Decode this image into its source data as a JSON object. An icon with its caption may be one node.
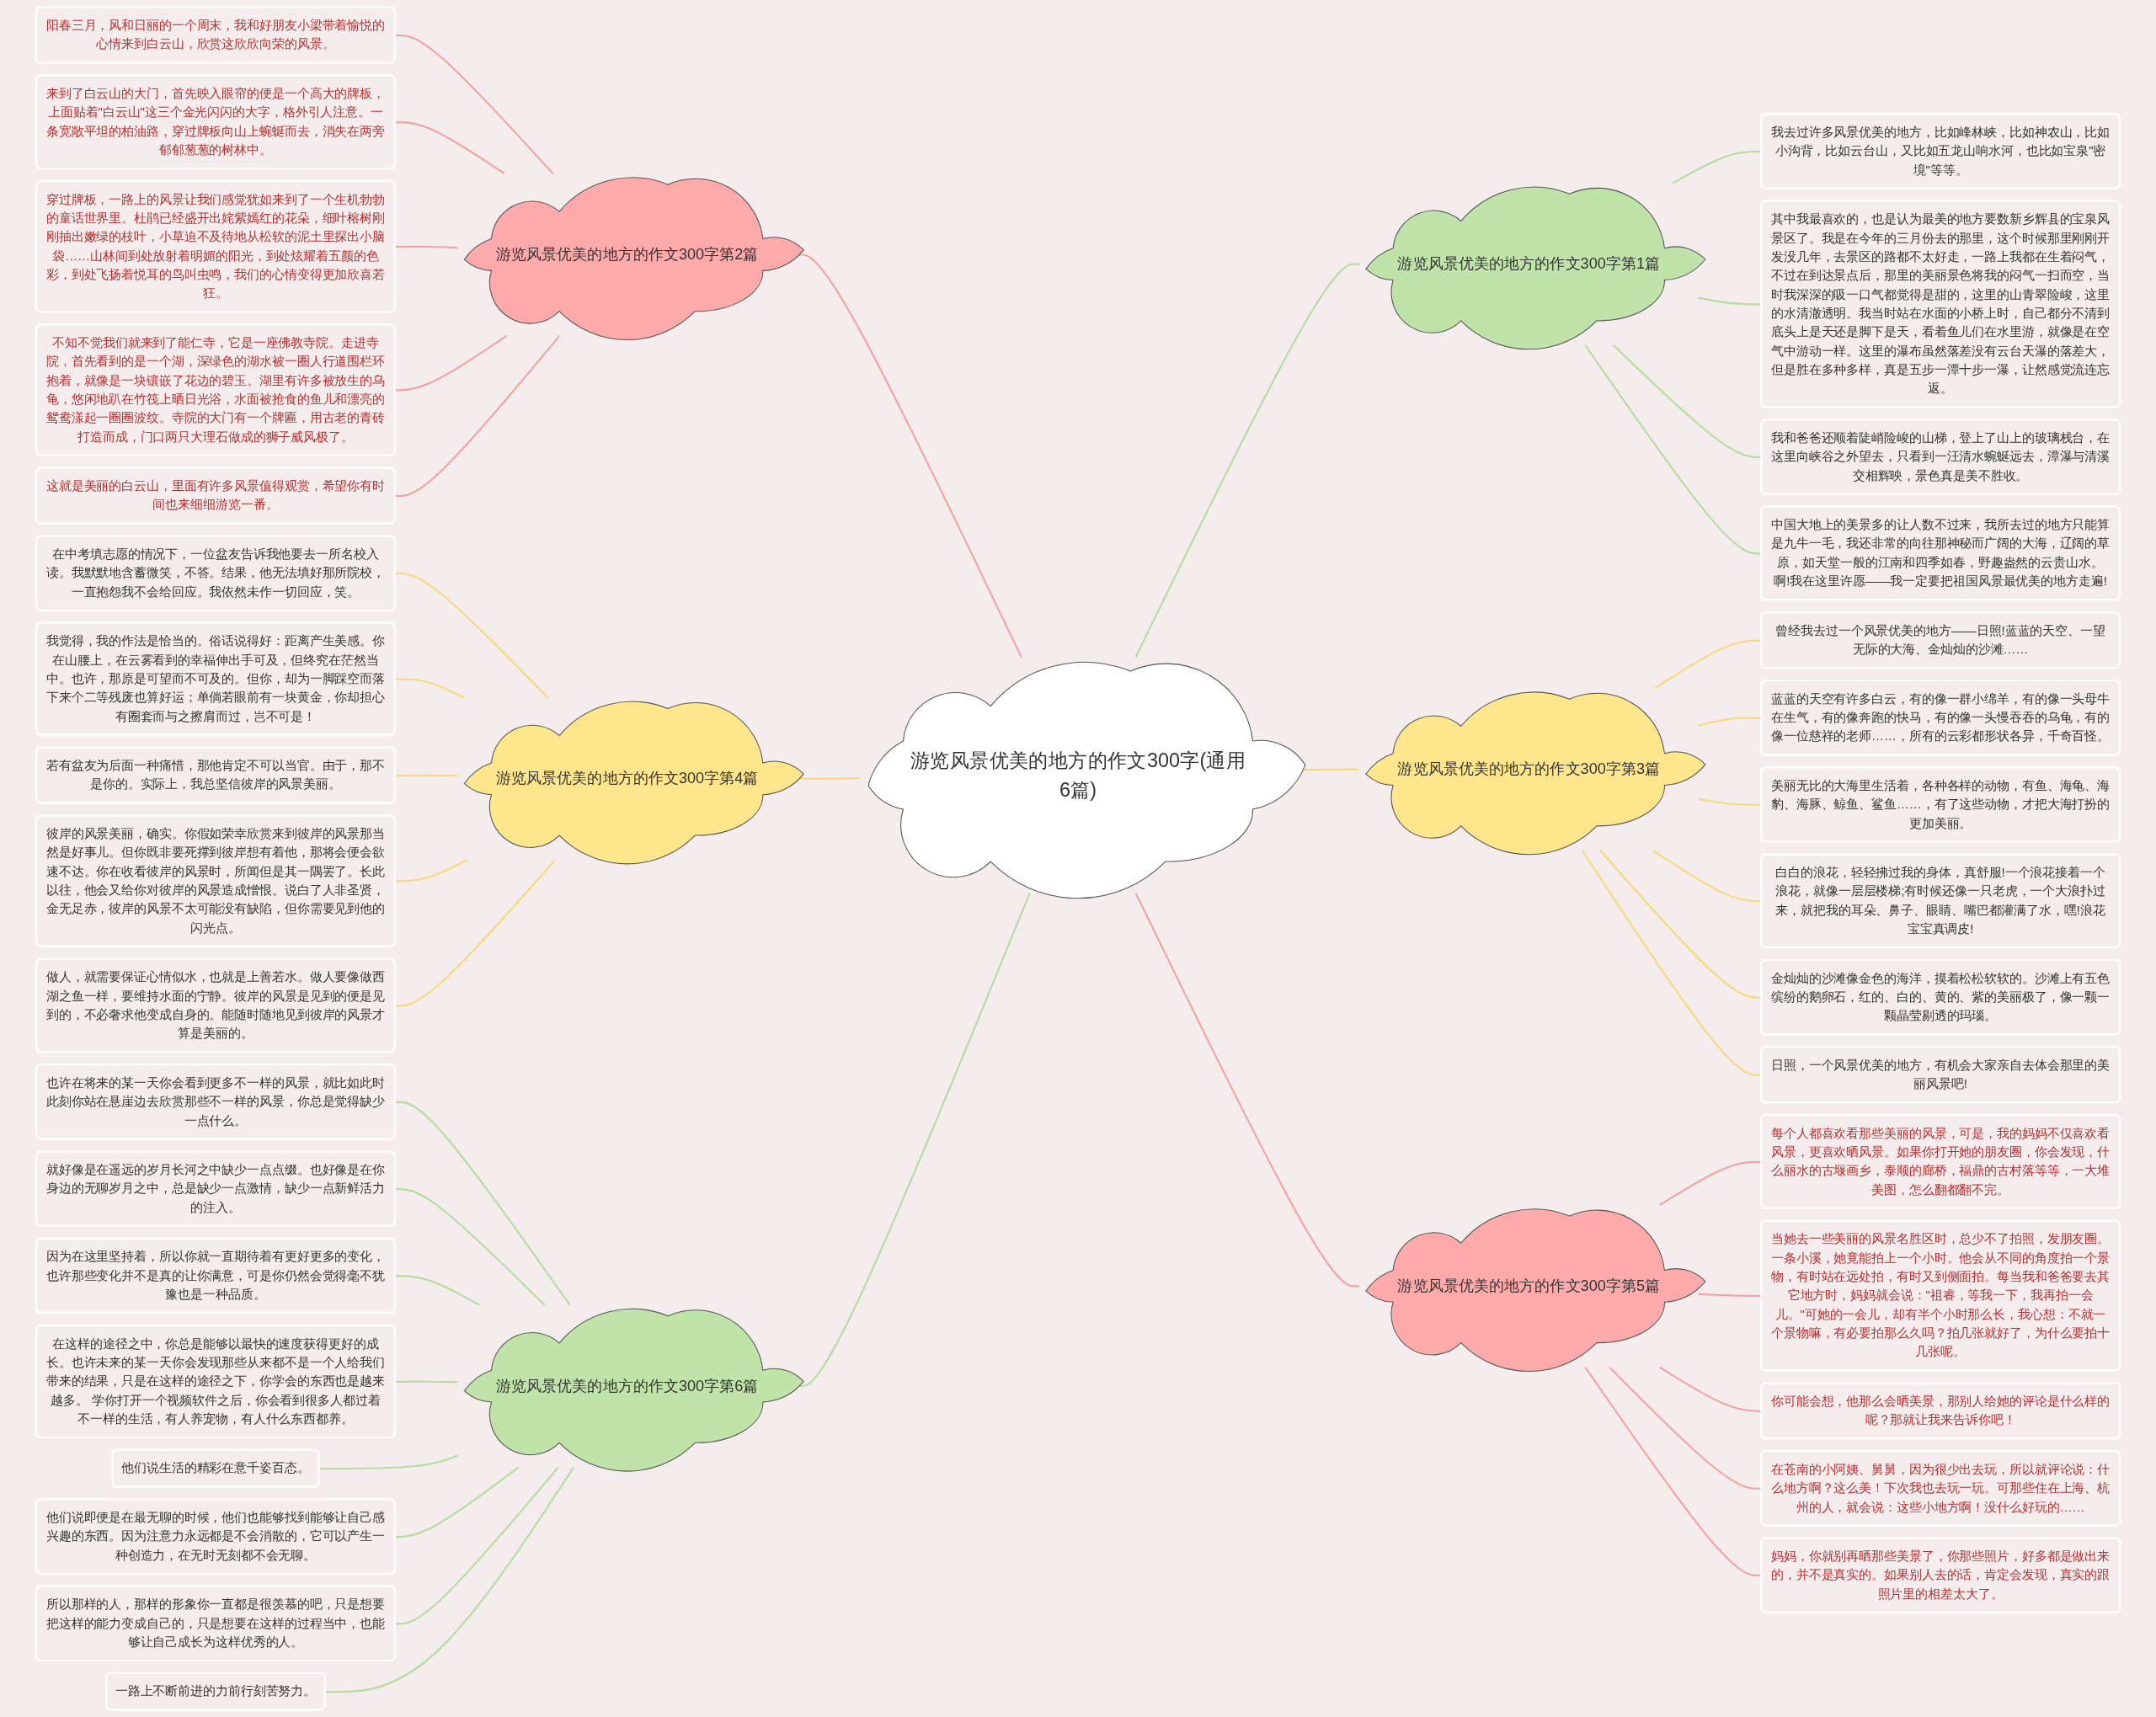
{
  "diagram": {
    "nodes": [
      {
        "text": [
          "游览风景优美的地方的作文300字(通用6篇)"
        ]
      },
      {
        "text": [
          "游览风景优美的地方的作文300字第1篇"
        ]
      },
      {
        "text": [
          "我去过许多风景优美的地方，比如峰林峡，比如神农山，比如小沟背，比如云台山，又比如五龙山响水河，也比如宝泉\"密境\"等等。"
        ]
      },
      {
        "text": [
          "其中我最喜欢的，也是认为最美的地方要数新乡辉县的宝泉风景区了。我是在今年的三月份去的那里，这个时候那里刚刚开发没几年，去景区的路都不太好走，一路上我都在生着闷气，不过在到达景点后，那里的美丽景色将我的闷气一扫而空，当时我深深的吸一口气都觉得是甜的，这里的山青翠险峻，这里的水清澈透明。我当时站在水面的小桥上时，自己都分不清到底头上是天还是脚下是天，看着鱼儿们在水里游，就像是在空气中游动一样。这里的瀑布虽然落差没有云台天瀑的落差大，但是胜在多种多样，真是五步一潭十步一瀑，让然感觉流连忘返。"
        ]
      },
      {
        "text": [
          "我和爸爸还顺着陡峭险峻的山梯，登上了山上的玻璃栈台，在这里向峡谷之外望去，只看到一汪清水蜿蜒远去，潭瀑与清溪交相辉映，景色真是美不胜收。"
        ]
      },
      {
        "text": [
          "中国大地上的美景多的让人数不过来，我所去过的地方只能算是九牛一毛，我还非常的向往那神秘而广阔的大海，辽阔的草原，如天堂一般的江南和四季如春，野趣盎然的云贵山水。啊!我在这里许愿——我一定要把祖国风景最优美的地方走遍!"
        ]
      },
      {
        "text": [
          "游览风景优美的地方的作文300字第2篇"
        ]
      },
      {
        "text": [
          "阳春三月，风和日丽的一个周末，我和好朋友小梁带着愉悦的心情来到白云山，欣赏这欣欣向荣的风景。"
        ]
      },
      {
        "text": [
          "来到了白云山的大门，首先映入眼帘的便是一个高大的牌板，上面贴着\"白云山\"这三个金光闪闪的大字，格外引人注意。一条宽敞平坦的柏油路，穿过牌板向山上蜿蜒而去，消失在两旁郁郁葱葱的树林中。"
        ]
      },
      {
        "text": [
          "穿过牌板，一路上的风景让我们感觉犹如来到了一个生机勃勃的童话世界里。杜鹃已经盛开出姹紫嫣红的花朵，细叶榕树刚刚抽出嫩绿的枝叶，小草迫不及待地从松软的泥土里探出小脑袋……山林间到处放射着明媚的阳光，到处炫耀着五颜的色彩，到处飞扬着悦耳的鸟叫虫鸣，我们的心情变得更加欣喜若狂。"
        ]
      },
      {
        "text": [
          "不知不觉我们就来到了能仁寺，它是一座佛教寺院。走进寺院，首先看到的是一个湖，深绿色的湖水被一圈人行道围栏环抱着，就像是一块镶嵌了花边的碧玉。湖里有许多被放生的乌龟，悠闲地趴在竹筏上晒日光浴，水面被抢食的鱼儿和漂亮的鸳鸯漾起一圈圈波纹。寺院的大门有一个牌匾，用古老的青砖打造而成，门口两只大理石做成的狮子威风极了。"
        ]
      },
      {
        "text": [
          "这就是美丽的白云山，里面有许多风景值得观赏，希望你有时间也来细细游览一番。"
        ]
      },
      {
        "text": [
          "游览风景优美的地方的作文300字第3篇"
        ]
      },
      {
        "text": [
          "曾经我去过一个风景优美的地方——日照!蓝蓝的天空、一望无际的大海、金灿灿的沙滩……"
        ]
      },
      {
        "text": [
          "蓝蓝的天空有许多白云，有的像一群小绵羊，有的像一头母牛在生气，有的像奔跑的快马，有的像一头慢吞吞的乌龟，有的像一位慈祥的老师……，所有的云彩都形状各异，千奇百怪。"
        ]
      },
      {
        "text": [
          "美丽无比的大海里生活着，各种各样的动物，有鱼、海龟、海豹、海豚、鲸鱼、鲨鱼……，有了这些动物，才把大海打扮的更加美丽。"
        ]
      },
      {
        "text": [
          "白白的浪花，轻轻拂过我的身体，真舒服!一个浪花接着一个浪花，就像一层层楼梯;有时候还像一只老虎，一个大浪扑过来，就把我的耳朵、鼻子、眼睛、嘴巴都灌满了水，嘿!浪花宝宝真调皮!"
        ]
      },
      {
        "text": [
          "金灿灿的沙滩像金色的海洋，摸着松松软软的。沙滩上有五色缤纷的鹅卵石，红的、白的、黄的、紫的美丽极了，像一颗一颗晶莹剔透的玛瑙。"
        ]
      },
      {
        "text": [
          "日照，一个风景优美的地方，有机会大家亲自去体会那里的美丽风景吧!"
        ]
      },
      {
        "text": [
          "游览风景优美的地方的作文300字第4篇"
        ]
      },
      {
        "text": [
          "在中考填志愿的情况下，一位盆友告诉我他要去一所名校入读。我默默地含蓄微笑，不答。结果，他无法填好那所院校，一直抱怨我不会给回应。我依然未作一切回应，笑。"
        ]
      },
      {
        "text": [
          "我觉得，我的作法是恰当的。俗话说得好：距离产生美感。你在山腰上，在云雾看到的幸福伸出手可及，但终究在茫然当中。也许，那原是可望而不可及的。但你，却为一脚踩空而落下来个二等残废也算好运；单倘若眼前有一块黄金，你却担心有圈套而与之擦肩而过，岂不可是！"
        ]
      },
      {
        "text": [
          "若有盆友为后面一种痛惜，那他肯定不可以当官。由于，那不是你的。实际上，我总坚信彼岸的风景美丽。"
        ]
      },
      {
        "text": [
          "彼岸的风景美丽，确实。你假如荣幸欣赏来到彼岸的风景那当然是好事儿。但你既非要死撑到彼岸想有着他，那将会便会欲速不达。你在收看彼岸的风景时，所闻但是其一隅罢了。长此以往，他会又给你对彼岸的风景造成憎恨。说白了人非圣贤，金无足赤，彼岸的风景不太可能没有缺陷，但你需要见到他的闪光点。"
        ]
      },
      {
        "text": [
          "做人，就需要保证心情似水，也就是上善若水。做人要像做西湖之鱼一样，要维持水面的宁静。彼岸的风景是见到的便是见到的，不必奢求他变成自身的。能随时随地见到彼岸的风景才算是美丽的。"
        ]
      },
      {
        "text": [
          "游览风景优美的地方的作文300字第5篇"
        ]
      },
      {
        "text": [
          "每个人都喜欢看那些美丽的风景，可是，我的妈妈不仅喜欢看风景，更喜欢晒风景。如果你打开她的朋友圈，你会发现，什么丽水的古堰画乡，泰顺的廊桥，福鼎的古村落等等，一大堆美图，怎么翻都翻不完。"
        ]
      },
      {
        "text": [
          "当她去一些美丽的风景名胜区时，总少不了拍照，发朋友圈。一条小溪，她竟能拍上一个小时。他会从不同的角度拍一个景物，有时站在远处拍，有时又到侧面拍。每当我和爸爸要去其它地方时，妈妈就会说：\"祖睿，等我一下，我再拍一会儿。\"可她的一会儿，却有半个小时那么长，我心想：不就一个景物嘛，有必要拍那么久吗？拍几张就好了，为什么要拍十几张呢。"
        ]
      },
      {
        "text": [
          "你可能会想，他那么会晒美景，那别人给她的评论是什么样的呢？那就让我来告诉你吧！"
        ]
      },
      {
        "text": [
          "在苍南的小阿姨、舅舅，因为很少出去玩，所以就评论说：什么地方啊？这么美！下次我也去玩一玩。可那些住在上海、杭州的人，就会说：这些小地方啊！没什么好玩的……"
        ]
      },
      {
        "text": [
          "妈妈，你就别再晒那些美景了，你那些照片，好多都是做出来的，并不是真实的。如果别人去的话，肯定会发现，真实的跟照片里的相差太大了。"
        ]
      },
      {
        "text": [
          "游览风景优美的地方的作文300字第6篇"
        ]
      },
      {
        "text": [
          "也许在将来的某一天你会看到更多不一样的风景，就比如此时此刻你站在悬崖边去欣赏那些不一样的风景，你总是觉得缺少一点什么。"
        ]
      },
      {
        "text": [
          "就好像是在遥远的岁月长河之中缺少一点点缀。也好像是在你身边的无聊岁月之中，总是缺少一点激情，缺少一点新鲜活力的注入。"
        ]
      },
      {
        "text": [
          "因为在这里坚持着，所以你就一直期待着有更好更多的变化，也许那些变化并不是真的让你满意，可是你仍然会觉得毫不犹豫也是一种品质。"
        ]
      },
      {
        "text": [
          "在这样的途径之中，你总是能够以最快的速度获得更好的成长。也许未来的某一天你会发现那些从来都不是一个人给我们带来的结果，只是在这样的途径之下，你学会的东西也是越来越多。 学你打开一个视频软件之后，你会看到很多人都过着不一样的生活，有人养宠物，有人什么东西都养。"
        ]
      },
      {
        "text": [
          "他们说生活的精彩在意千姿百态。"
        ]
      },
      {
        "text": [
          "他们说即便是在最无聊的时候，他们也能够找到能够让自己感兴趣的东西。因为注意力永远都是不会消散的，它可以产生一种创造力，在无时无刻都不会无聊。"
        ]
      },
      {
        "text": [
          "所以那样的人，那样的形象你一直都是很羡慕的吧，只是想要把这样的能力变成自己的，只是想要在这样的过程当中，也能够让自己成长为这样优秀的人。"
        ]
      },
      {
        "text": [
          "一路上不断前进的力前行刻苦努力。"
        ]
      }
    ],
    "edges": [
      {
        "from": 0,
        "to": 1,
        "arrow": "none",
        "color": "#b5dca0"
      },
      {
        "from": 1,
        "to": 2,
        "arrow": "none",
        "color": "#b5dca0"
      },
      {
        "from": 1,
        "to": 3,
        "arrow": "none",
        "color": "#b5dca0"
      },
      {
        "from": 1,
        "to": 4,
        "arrow": "none",
        "color": "#b5dca0"
      },
      {
        "from": 1,
        "to": 5,
        "arrow": "none",
        "color": "#b5dca0"
      },
      {
        "from": 6,
        "to": 0,
        "arrow": "none",
        "color": "#f2a3a3"
      },
      {
        "from": 7,
        "to": 6,
        "arrow": "none",
        "color": "#f2a3a3"
      },
      {
        "from": 8,
        "to": 6,
        "arrow": "none",
        "color": "#f2a3a3"
      },
      {
        "from": 9,
        "to": 6,
        "arrow": "none",
        "color": "#f2a3a3"
      },
      {
        "from": 10,
        "to": 6,
        "arrow": "none",
        "color": "#f2a3a3"
      },
      {
        "from": 11,
        "to": 6,
        "arrow": "none",
        "color": "#f2a3a3"
      },
      {
        "from": 0,
        "to": 12,
        "arrow": "none",
        "color": "#f5d97c"
      },
      {
        "from": 12,
        "to": 13,
        "arrow": "none",
        "color": "#f5d97c"
      },
      {
        "from": 12,
        "to": 14,
        "arrow": "none",
        "color": "#f5d97c"
      },
      {
        "from": 12,
        "to": 15,
        "arrow": "none",
        "color": "#f5d97c"
      },
      {
        "from": 12,
        "to": 16,
        "arrow": "none",
        "color": "#f5d97c"
      },
      {
        "from": 12,
        "to": 17,
        "arrow": "none",
        "color": "#f5d97c"
      },
      {
        "from": 12,
        "to": 18,
        "arrow": "none",
        "color": "#f5d97c"
      },
      {
        "from": 19,
        "to": 0,
        "arrow": "none",
        "color": "#f5d97c"
      },
      {
        "from": 20,
        "to": 19,
        "arrow": "none",
        "color": "#f5d97c"
      },
      {
        "from": 21,
        "to": 19,
        "arrow": "none",
        "color": "#f5d97c"
      },
      {
        "from": 22,
        "to": 19,
        "arrow": "none",
        "color": "#f5d97c"
      },
      {
        "from": 23,
        "to": 19,
        "arrow": "none",
        "color": "#f5d97c"
      },
      {
        "from": 24,
        "to": 19,
        "arrow": "none",
        "color": "#f5d97c"
      },
      {
        "from": 0,
        "to": 25,
        "arrow": "none",
        "color": "#f2a3a3"
      },
      {
        "from": 25,
        "to": 26,
        "arrow": "none",
        "color": "#f2a3a3"
      },
      {
        "from": 25,
        "to": 27,
        "arrow": "none",
        "color": "#f2a3a3"
      },
      {
        "from": 25,
        "to": 28,
        "arrow": "none",
        "color": "#f2a3a3"
      },
      {
        "from": 25,
        "to": 29,
        "arrow": "none",
        "color": "#f2a3a3"
      },
      {
        "from": 25,
        "to": 30,
        "arrow": "none",
        "color": "#f2a3a3"
      },
      {
        "from": 31,
        "to": 0,
        "arrow": "none",
        "color": "#b5dca0"
      },
      {
        "from": 32,
        "to": 31,
        "arrow": "none",
        "color": "#b5dca0"
      },
      {
        "from": 33,
        "to": 31,
        "arrow": "none",
        "color": "#b5dca0"
      },
      {
        "from": 34,
        "to": 31,
        "arrow": "none",
        "color": "#b5dca0"
      },
      {
        "from": 35,
        "to": 31,
        "arrow": "none",
        "color": "#b5dca0"
      },
      {
        "from": 36,
        "to": 31,
        "arrow": "none",
        "color": "#b5dca0"
      },
      {
        "from": 37,
        "to": 31,
        "arrow": "none",
        "color": "#b5dca0"
      },
      {
        "from": 38,
        "to": 31,
        "arrow": "none",
        "color": "#b5dca0"
      },
      {
        "from": 39,
        "to": 31,
        "arrow": "none",
        "color": "#b5dca0"
      }
    ]
  }
}
